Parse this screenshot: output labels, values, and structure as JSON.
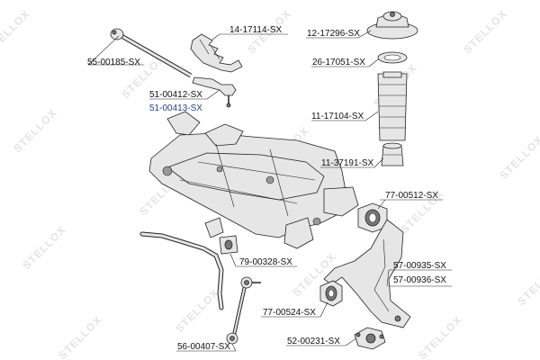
{
  "parts": {
    "p_55_00185": "55-00185-SX",
    "p_14_17114": "14-17114-SX",
    "p_12_17296": "12-17296-SX",
    "p_26_17051": "26-17051-SX",
    "p_51_00412": "51-00412-SX",
    "p_51_00413": "51-00413-SX",
    "p_11_17104": "11-17104-SX",
    "p_11_37191": "11-37191-SX",
    "p_77_00512": "77-00512-SX",
    "p_79_00328": "79-00328-SX",
    "p_57_00935": "57-00935-SX",
    "p_57_00936": "57-00936-SX",
    "p_77_00524": "77-00524-SX",
    "p_56_00407": "56-00407-SX",
    "p_52_00231": "52-00231-SX"
  },
  "watermark": "STELLOX",
  "colors": {
    "label": "#111111",
    "highlight_label": "#1f3f9a",
    "watermark": "#e4e4e4"
  }
}
